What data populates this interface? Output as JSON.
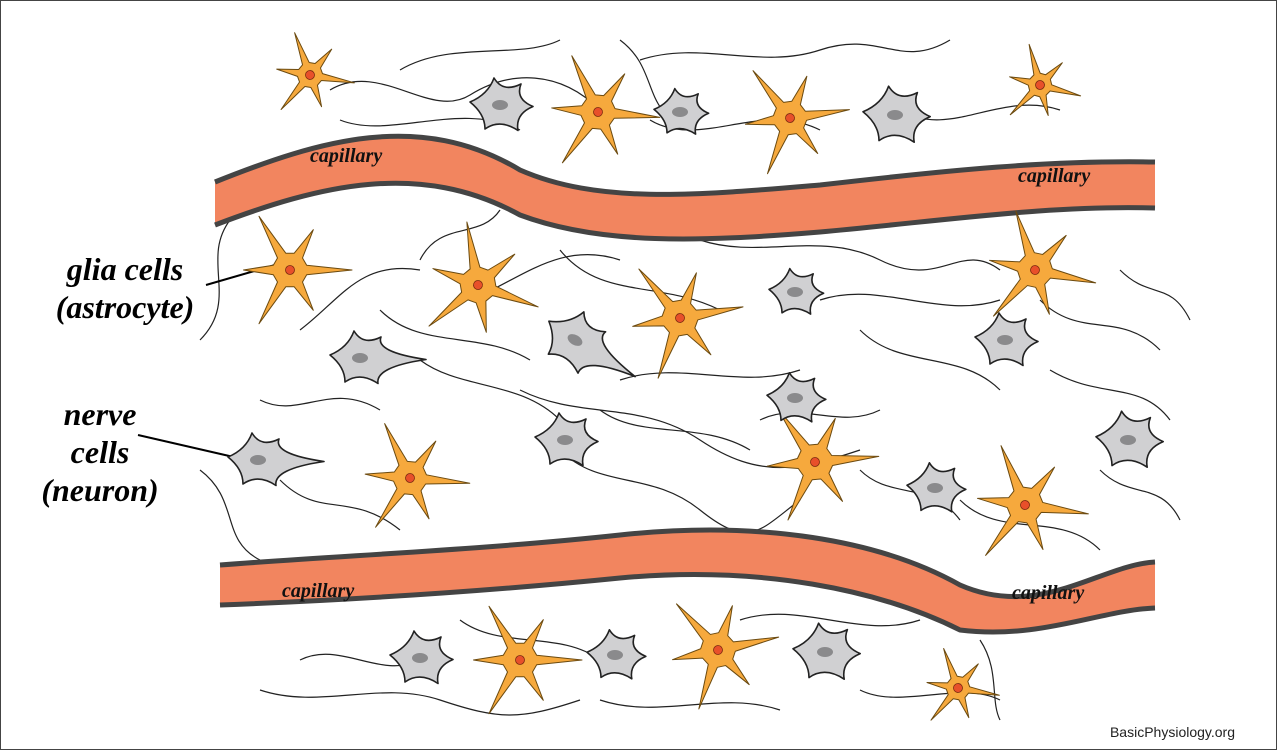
{
  "labels": {
    "glia_line1": "glia cells",
    "glia_line2": "(astrocyte)",
    "nerve_line1": "nerve",
    "nerve_line2": "cells",
    "nerve_line3": "(neuron)"
  },
  "capillary_labels": [
    "capillary",
    "capillary",
    "capillary",
    "capillary"
  ],
  "credit": "BasicPhysiology.org",
  "colors": {
    "capillary_fill": "#f2855f",
    "capillary_stroke": "#444444",
    "astrocyte_fill": "#f6a93d",
    "astrocyte_nucleus": "#e8502a",
    "neuron_fill": "#d0d0d2",
    "neuron_nucleus": "#8a8a8c"
  }
}
